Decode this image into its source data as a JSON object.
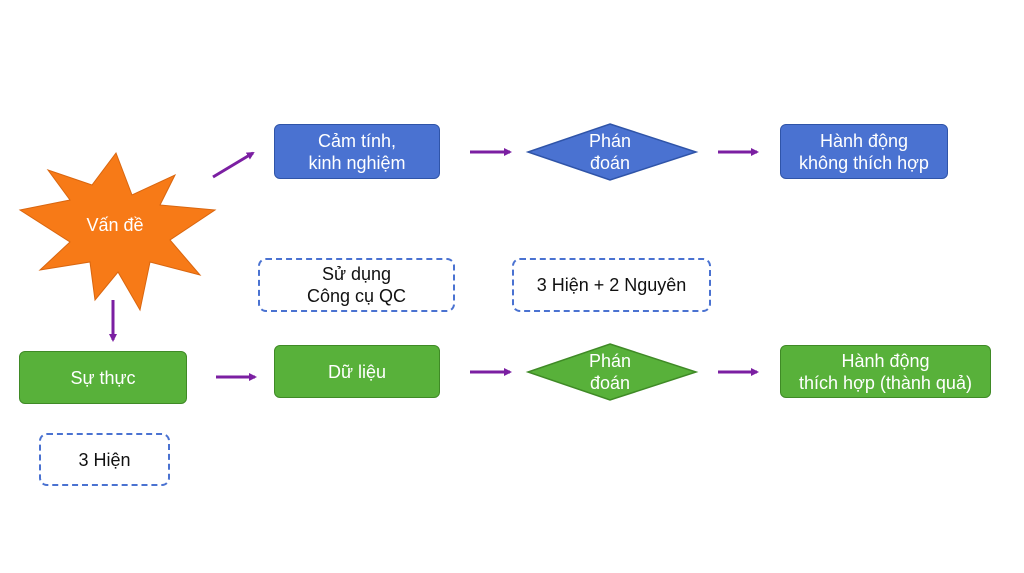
{
  "colors": {
    "blue": "#4a72d1",
    "green": "#58b13a",
    "burst": "#f77a17",
    "arrow": "#7b1fa2",
    "dash": "#4a72d1"
  },
  "problem": {
    "label": "Vấn đề"
  },
  "top_row": {
    "experience": "Cảm tính,\nkinh nghiệm",
    "judgment": "Phán\nđoán",
    "action": "Hành động\nkhông thích hợp"
  },
  "bottom_row": {
    "fact": "Sự thực",
    "data": "Dữ liệu",
    "judgment": "Phán\nđoán",
    "action": "Hành động\nthích hợp (thành quả)"
  },
  "notes": {
    "qc_tools": "Sử dụng\nCông cụ QC",
    "three_two": "3 Hiện + 2 Nguyên",
    "three": "3 Hiện"
  }
}
